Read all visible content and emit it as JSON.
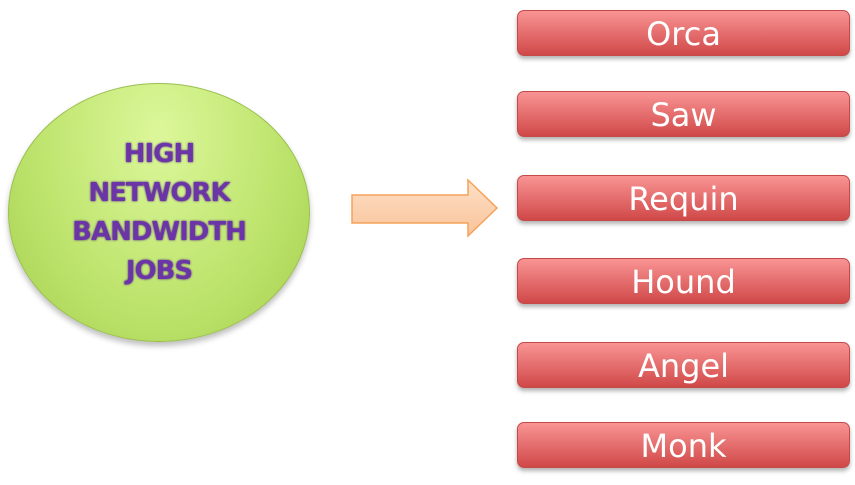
{
  "source": {
    "lines": [
      "HIGH",
      "NETWORK",
      "BANDWIDTH",
      "JOBS"
    ]
  },
  "targets": [
    "Orca",
    "Saw",
    "Requin",
    "Hound",
    "Angel",
    "Monk"
  ],
  "colors": {
    "ellipse": "#bfe56f",
    "text": "#6b35a8",
    "arrow": "#fbcfa8",
    "box": "#e56e6e"
  }
}
